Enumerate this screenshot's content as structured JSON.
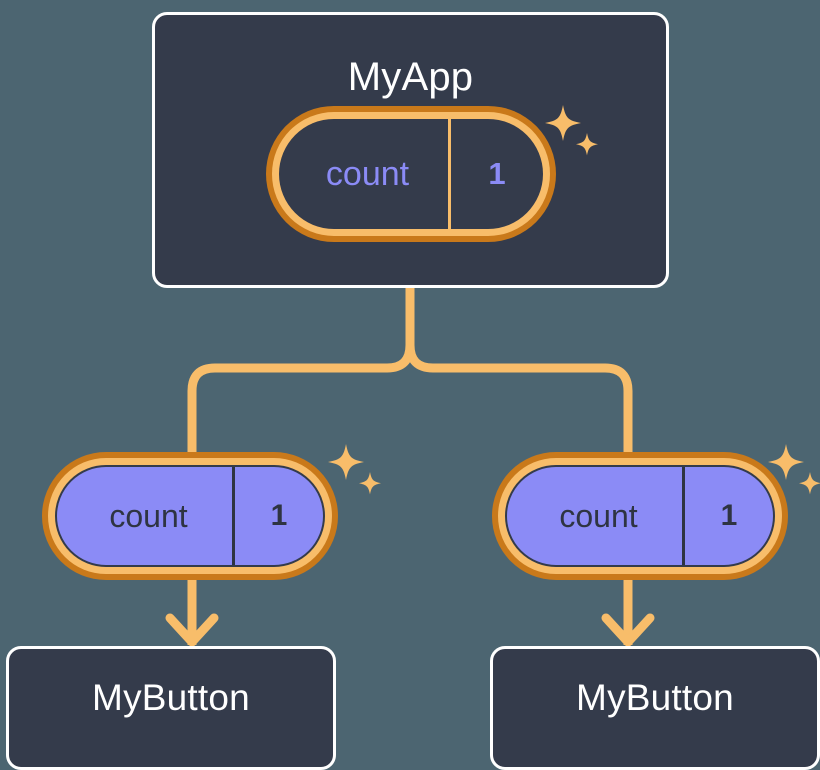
{
  "diagram": {
    "title": "React component state propagation tree",
    "background_color": "#4c6571",
    "accent_orange": "#f8bd6a",
    "accent_orange_dark": "#c9791a",
    "accent_purple": "#8b8bf6",
    "panel_dark": "#343b4b",
    "panel_border": "#ffffff"
  },
  "root": {
    "component_name": "MyApp",
    "state": {
      "key_label": "count",
      "value_label": "1",
      "sparkle_icon": "sparkles-icon"
    }
  },
  "children": [
    {
      "component_name": "MyButton",
      "state": {
        "key_label": "count",
        "value_label": "1",
        "sparkle_icon": "sparkles-icon"
      }
    },
    {
      "component_name": "MyButton",
      "state": {
        "key_label": "count",
        "value_label": "1",
        "sparkle_icon": "sparkles-icon"
      }
    }
  ],
  "connectors": {
    "trunk_icon": "branch-connector",
    "arrow_icon": "arrow-down-icon",
    "color": "#f8bd6a"
  }
}
